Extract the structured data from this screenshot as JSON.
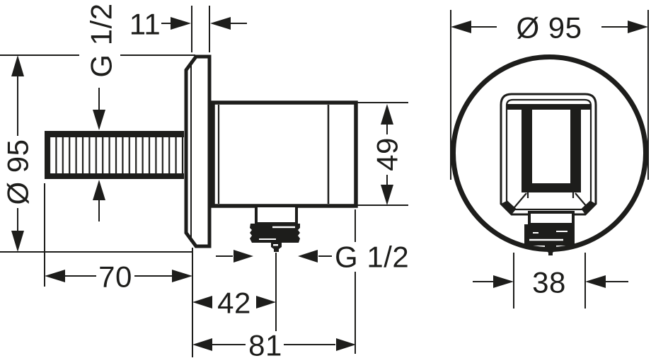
{
  "dimensions": {
    "plate_diameter_side": "Ø 95",
    "inlet_thread": "G 1/2",
    "plate_thickness": "11",
    "thread_length": "70",
    "outlet_offset": "42",
    "projection": "81",
    "body_diameter": "49",
    "outlet_thread": "G 1/2",
    "plate_diameter_front": "Ø 95",
    "outlet_width": "38"
  },
  "colors": {
    "line": "#1d1d1b",
    "background": "#ffffff"
  }
}
